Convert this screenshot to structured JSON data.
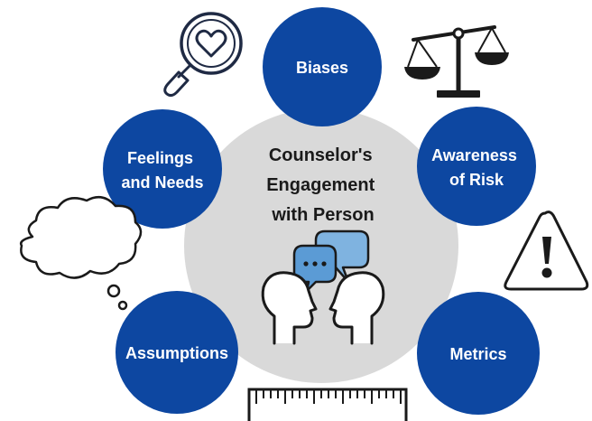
{
  "center": {
    "title_lines": [
      "Counselor's",
      "Engagement",
      "with Person"
    ]
  },
  "nodes": [
    {
      "id": "biases",
      "lines": [
        "Biases"
      ]
    },
    {
      "id": "awareness-of-risk",
      "lines": [
        "Awareness",
        "of Risk"
      ]
    },
    {
      "id": "metrics",
      "lines": [
        "Metrics"
      ]
    },
    {
      "id": "assumptions",
      "lines": [
        "Assumptions"
      ]
    },
    {
      "id": "feelings-and-needs",
      "lines": [
        "Feelings",
        "and Needs"
      ]
    }
  ],
  "icons": [
    {
      "name": "magnifier-heart-icon",
      "related_to": "feelings-and-needs"
    },
    {
      "name": "balance-scale-icon",
      "related_to": "biases"
    },
    {
      "name": "warning-triangle-icon",
      "related_to": "awareness-of-risk"
    },
    {
      "name": "thought-cloud-icon",
      "related_to": "assumptions"
    },
    {
      "name": "ruler-icon",
      "related_to": "metrics"
    },
    {
      "name": "two-heads-conversation-icon",
      "related_to": "center"
    }
  ],
  "colors": {
    "node_fill": "#0d47a1",
    "node_text": "#ffffff",
    "center_fill": "#d9d9d9",
    "center_text": "#1a1a1a",
    "icon_stroke": "#1a1a1a",
    "bubble_light": "#7fb3e0",
    "bubble_mid": "#5b9bd5"
  }
}
